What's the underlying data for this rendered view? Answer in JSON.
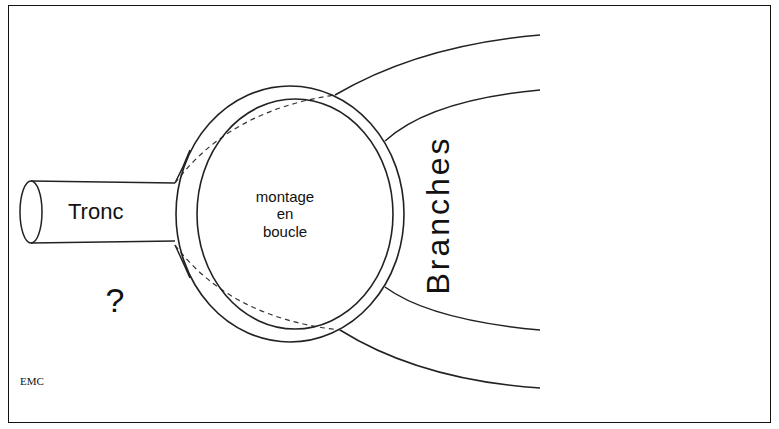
{
  "diagram": {
    "nodes": [
      {
        "text": [
          "Tronc"
        ]
      },
      {
        "text": [
          "montage en boucle"
        ]
      }
    ],
    "labels": [
      "?",
      "Branches",
      "EMC"
    ]
  }
}
